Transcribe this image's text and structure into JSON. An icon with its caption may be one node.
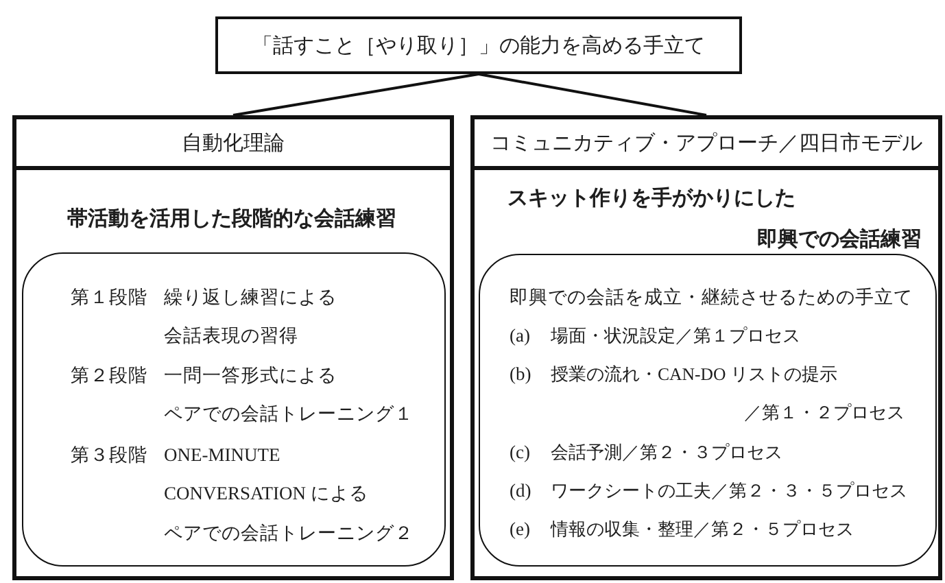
{
  "diagram": {
    "nodes": [
      {
        "text": [
          "「話すこと［やり取り］」の能力を高める手立て"
        ]
      },
      {
        "text": [
          "帯活動を活用した段階的な会話練習"
        ]
      },
      {
        "text": [
          "自動化理論"
        ],
        "in": 1
      },
      {
        "text": [
          "第１段階",
          "繰り返し練習による会話表現の習得",
          "第２段階",
          "一問一答形式によるペアでの会話トレーニング１",
          "第３段階",
          "ONE-MINUTE CONVERSATION によるペアでの会話トレーニング２"
        ],
        "in": 1
      },
      {
        "text": [
          "スキット作りを手がかりにした即興での会話練習"
        ]
      },
      {
        "text": [
          "コミュニカティブ・アプローチ／四日市モデル"
        ],
        "in": 4
      },
      {
        "text": [
          "即興での会話を成立・継続させるための手立て",
          "(a)",
          "場面・状況設定／第１プロセス",
          "(b)",
          "授業の流れ・CAN-DO リストの提示／第１・２プロセス",
          "(c)",
          "会話予測／第２・３プロセス",
          "(d)",
          "ワークシートの工夫／第２・３・５プロセス",
          "(e)",
          "情報の収集・整理／第２・５プロセス"
        ],
        "in": 4
      }
    ],
    "edges": [
      {
        "from": 0,
        "to": 2,
        "arrow": "none"
      },
      {
        "from": 0,
        "to": 5,
        "arrow": "none"
      }
    ]
  }
}
